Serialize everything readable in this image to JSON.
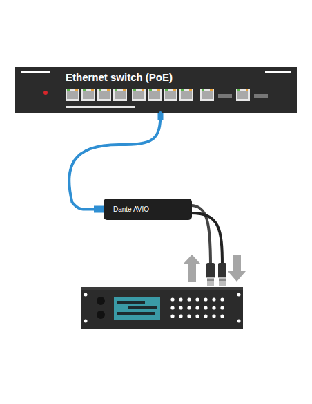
{
  "diagram": {
    "nodes": [
      {
        "text": [
          "Ethernet switch (PoE)"
        ]
      },
      {
        "text": [
          "Dante AVIO"
        ]
      }
    ],
    "edges": [
      {
        "from": 0,
        "to": 1,
        "arrow": "none"
      }
    ]
  }
}
